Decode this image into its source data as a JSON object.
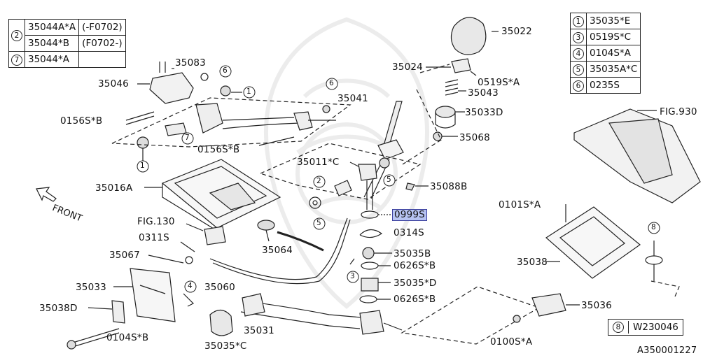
{
  "diagram_id": "A350001227",
  "direction_label": "FRONT",
  "tables": {
    "top_left": [
      {
        "ref": "2",
        "part": "35044A*A",
        "note": "(-F0702)"
      },
      {
        "ref": "",
        "part": "35044*B",
        "note": "(F0702-)"
      },
      {
        "ref": "7",
        "part": "35044*A",
        "note": ""
      }
    ],
    "top_right": [
      {
        "ref": "1",
        "part": "35035*E"
      },
      {
        "ref": "3",
        "part": "0519S*C"
      },
      {
        "ref": "4",
        "part": "0104S*A"
      },
      {
        "ref": "5",
        "part": "35035A*C"
      },
      {
        "ref": "6",
        "part": "0235S"
      }
    ],
    "bottom_right": {
      "ref": "8",
      "part": "W230046"
    }
  },
  "callouts": [
    {
      "id": "c-35022",
      "text": "35022"
    },
    {
      "id": "c-35024",
      "text": "35024"
    },
    {
      "id": "c-0519sa",
      "text": "0519S*A"
    },
    {
      "id": "c-35043",
      "text": "35043"
    },
    {
      "id": "c-35033d",
      "text": "35033D"
    },
    {
      "id": "c-35068",
      "text": "35068"
    },
    {
      "id": "c-fig930",
      "text": "FIG.930"
    },
    {
      "id": "c-35083",
      "text": "35083"
    },
    {
      "id": "c-35046",
      "text": "35046"
    },
    {
      "id": "c-0156sb-1",
      "text": "0156S*B"
    },
    {
      "id": "c-0156sb-2",
      "text": "0156S*B"
    },
    {
      "id": "c-35041",
      "text": "35041"
    },
    {
      "id": "c-35011c",
      "text": "35011*C"
    },
    {
      "id": "c-35088b",
      "text": "35088B"
    },
    {
      "id": "c-35016a",
      "text": "35016A"
    },
    {
      "id": "c-0101sa",
      "text": "0101S*A"
    },
    {
      "id": "c-0999s",
      "text": "0999S",
      "highlight": true
    },
    {
      "id": "c-0314s",
      "text": "0314S"
    },
    {
      "id": "c-fig130",
      "text": "FIG.130"
    },
    {
      "id": "c-0311s",
      "text": "0311S"
    },
    {
      "id": "c-35064",
      "text": "35064"
    },
    {
      "id": "c-35035b",
      "text": "35035B"
    },
    {
      "id": "c-0626sb-1",
      "text": "0626S*B"
    },
    {
      "id": "c-35067",
      "text": "35067"
    },
    {
      "id": "c-35038",
      "text": "35038"
    },
    {
      "id": "c-35035d",
      "text": "35035*D"
    },
    {
      "id": "c-35033",
      "text": "35033"
    },
    {
      "id": "c-35060",
      "text": "35060"
    },
    {
      "id": "c-0626sb-2",
      "text": "0626S*B"
    },
    {
      "id": "c-35036",
      "text": "35036"
    },
    {
      "id": "c-35038d",
      "text": "35038D"
    },
    {
      "id": "c-35031",
      "text": "35031"
    },
    {
      "id": "c-0104sb",
      "text": "0104S*B"
    },
    {
      "id": "c-35035c",
      "text": "35035*C"
    },
    {
      "id": "c-0100sa",
      "text": "0100S*A"
    }
  ],
  "ref_markers": [
    "1",
    "1",
    "2",
    "3",
    "4",
    "5",
    "5",
    "6",
    "7",
    "8"
  ]
}
